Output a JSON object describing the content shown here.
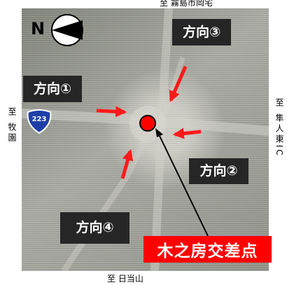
{
  "directions": {
    "dir1": "方向①",
    "dir2": "方向②",
    "dir3": "方向③",
    "dir4": "方向④"
  },
  "intersection_label": "木之房交差点",
  "destinations": {
    "top": "至 霧島市岡宅",
    "bottom": "至 日当山",
    "left": "至 牧園",
    "right": "至 隼人東IC"
  },
  "compass_letter": "N",
  "route_number": "223",
  "colors": {
    "arrow": "#ff1a1a",
    "intersection_marker": "#ff0000",
    "label_background": "#262626",
    "highlight_label_background": "#ff0000",
    "route_shield": "#1f3fa8"
  }
}
